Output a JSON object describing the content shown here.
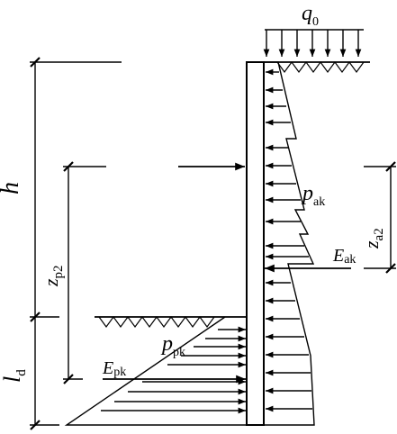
{
  "labels": {
    "q_main": "q",
    "q_sub": "0",
    "h": "h",
    "l_main": "l",
    "l_sub": "d",
    "zp_main": "z",
    "zp_sub": "p2",
    "za_main": "z",
    "za_sub": "a2",
    "pak_main": "p",
    "pak_sub": "ak",
    "eak_main": "E",
    "eak_sub": "ak",
    "ppk_main": "p",
    "ppk_sub": "pk",
    "epk_main": "E",
    "epk_sub": "pk"
  },
  "colors": {
    "ink": "#000000",
    "background": "#ffffff"
  }
}
